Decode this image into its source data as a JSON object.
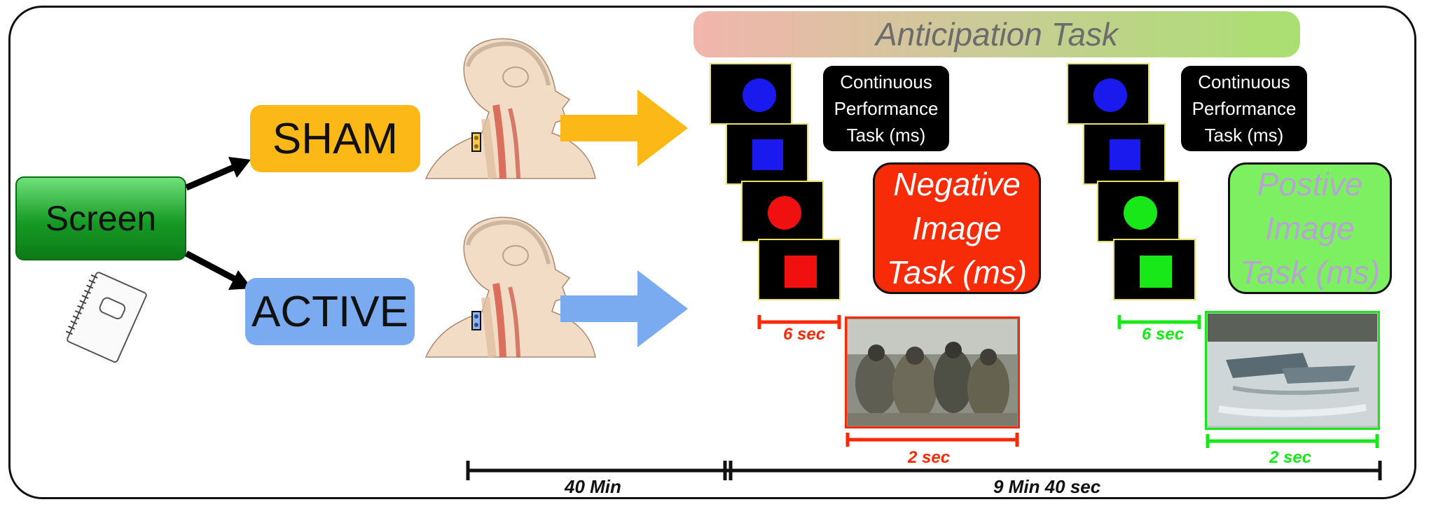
{
  "screen": {
    "label": "Screen"
  },
  "groups": {
    "sham": "SHAM",
    "active": "ACTIVE"
  },
  "banner": {
    "title": "Anticipation Task"
  },
  "cpt_box": {
    "line1": "Continuous",
    "line2": "Performance",
    "line3": "Task (ms)"
  },
  "negative_task": {
    "line1": "Negative",
    "line2": "Image",
    "line3": "Task (ms)"
  },
  "positive_task": {
    "line1": "Postive",
    "line2": "Image",
    "line3": "Task (ms)"
  },
  "durations": {
    "neg_cue": "6 sec",
    "neg_image": "2 sec",
    "pos_cue": "6 sec",
    "pos_image": "2 sec"
  },
  "timeline": {
    "phase1": "40 Min",
    "phase2": "9 Min 40 sec"
  },
  "colors": {
    "negative": "#f72b07",
    "positive": "#7cf060",
    "sham": "#fcb817",
    "active": "#7aaaf0",
    "screen": "#179a25",
    "blue_shape": "#1a1aee",
    "red_shape": "#f01010",
    "green_shape": "#18e818"
  },
  "icons": {
    "notebook": "notebook-icon",
    "head_sham": "head-neck-anatomy-icon",
    "head_active": "head-neck-anatomy-icon",
    "negative_photo": "soldiers-photo",
    "positive_photo": "boats-on-lake-photo"
  }
}
